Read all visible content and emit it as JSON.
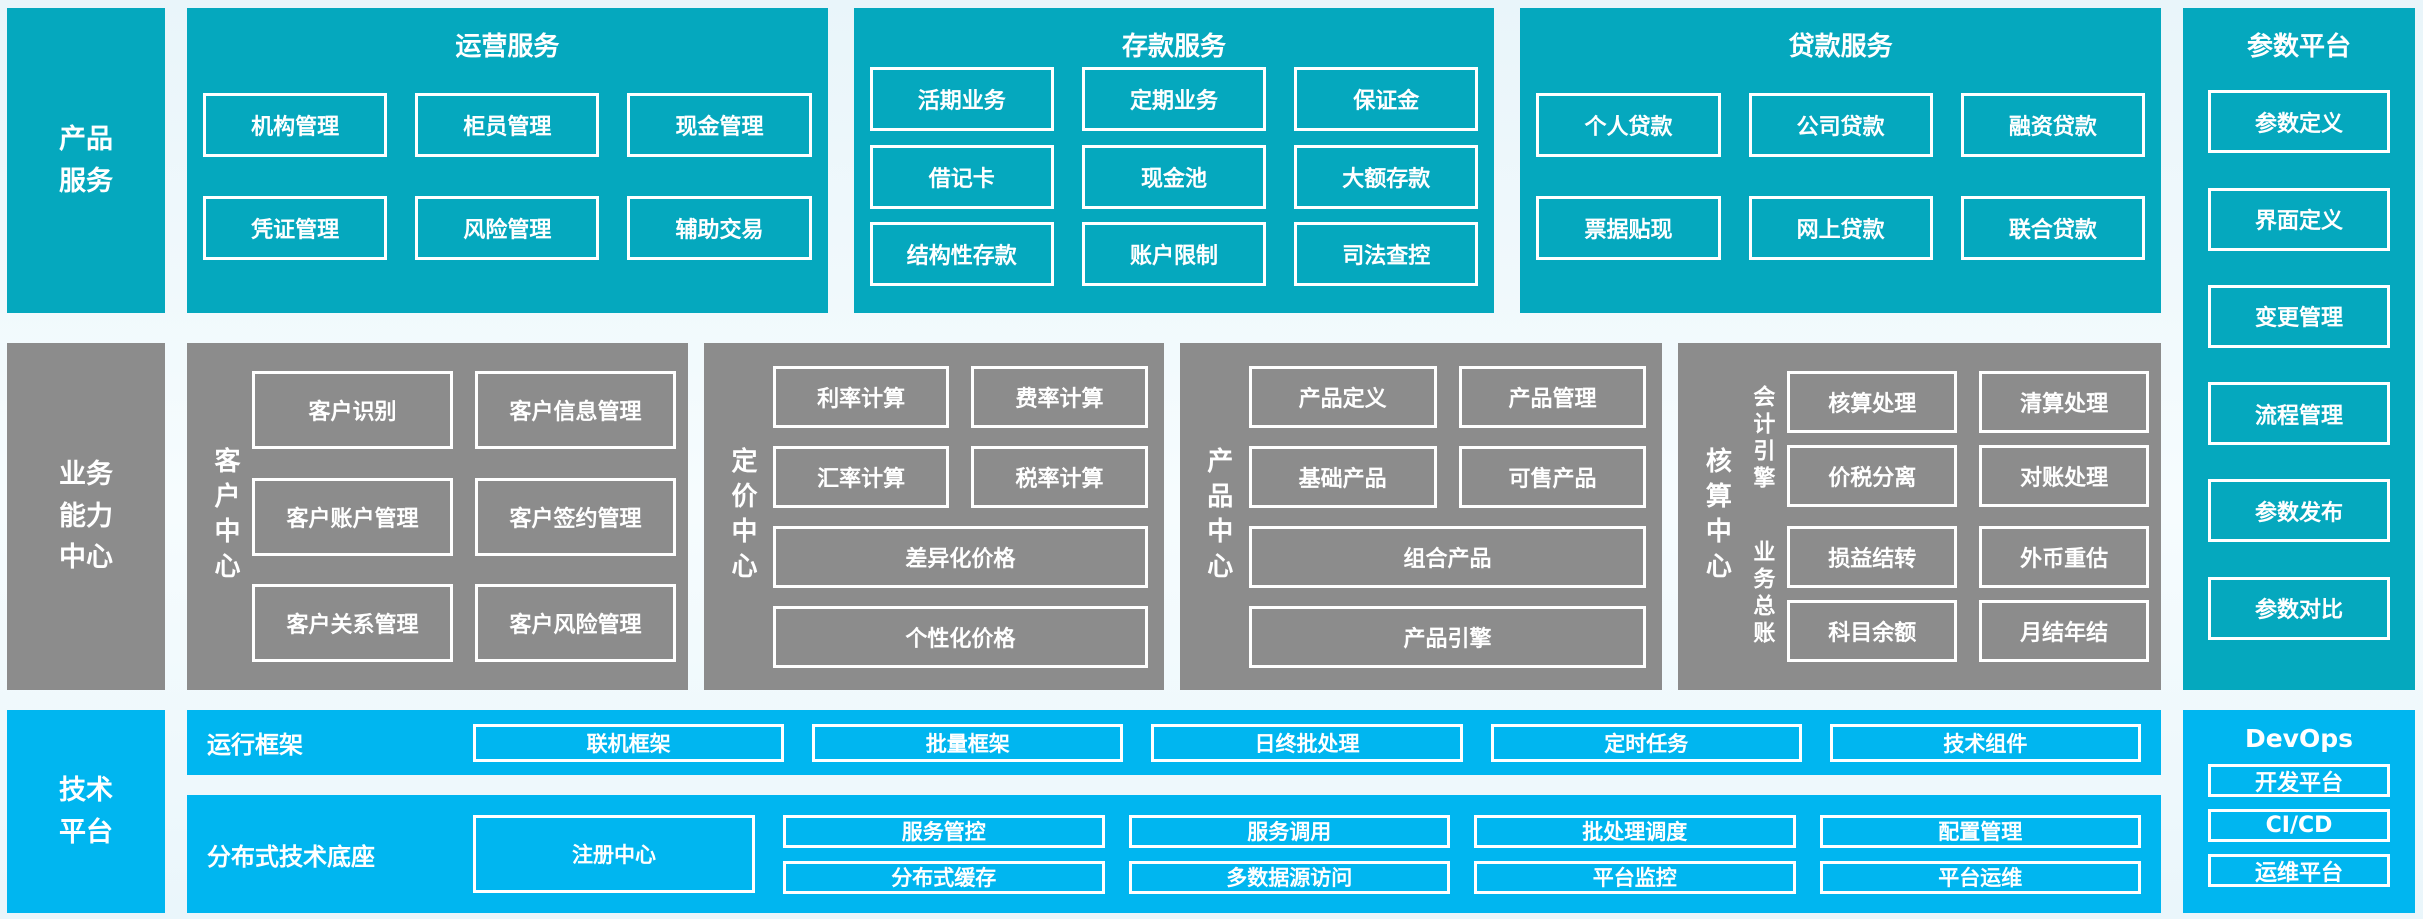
{
  "colors": {
    "teal": "#05A8BE",
    "gray": "#8C8C8C",
    "blue": "#00B6F0",
    "background": "#EFF8FB",
    "box_border": "#FFFFFF"
  },
  "left_rail": {
    "product_services_label": "产品\n服务",
    "business_capability_label": "业务\n能力\n中心",
    "technology_label": "技术\n平台"
  },
  "top_row": {
    "sections": [
      {
        "title": "运营服务",
        "items": [
          "机构管理",
          "柜员管理",
          "现金管理",
          "凭证管理",
          "风险管理",
          "辅助交易"
        ]
      },
      {
        "title": "存款服务",
        "items": [
          "活期业务",
          "定期业务",
          "保证金",
          "借记卡",
          "现金池",
          "大额存款",
          "结构性存款",
          "账户限制",
          "司法查控"
        ]
      },
      {
        "title": "贷款服务",
        "items": [
          "个人贷款",
          "公司贷款",
          "融资贷款",
          "票据贴现",
          "网上贷款",
          "联合贷款"
        ]
      }
    ]
  },
  "middle_row": {
    "customer_center": {
      "label": "客户中心",
      "items": [
        "客户识别",
        "客户信息管理",
        "客户账户管理",
        "客户签约管理",
        "客户关系管理",
        "客户风险管理"
      ]
    },
    "pricing_center": {
      "label": "定价中心",
      "items": [
        "利率计算",
        "费率计算",
        "汇率计算",
        "税率计算"
      ],
      "wide_items": [
        "差异化价格",
        "个性化价格"
      ]
    },
    "product_center": {
      "label": "产品中心",
      "items": [
        "产品定义",
        "产品管理",
        "基础产品",
        "可售产品"
      ],
      "wide_items": [
        "组合产品",
        "产品引擎"
      ]
    },
    "accounting_center": {
      "label": "核算中心",
      "groups": [
        {
          "label": "会计引擎",
          "items": [
            "核算处理",
            "清算处理",
            "价税分离",
            "对账处理"
          ]
        },
        {
          "label": "业务总账",
          "items": [
            "损益结转",
            "外币重估",
            "科目余额",
            "月结年结"
          ]
        }
      ]
    }
  },
  "bottom": {
    "runtime_framework": {
      "label": "运行框架",
      "items": [
        "联机框架",
        "批量框架",
        "日终批处理",
        "定时任务",
        "技术组件"
      ]
    },
    "distributed_base": {
      "label": "分布式技术底座",
      "registry": "注册中心",
      "items": [
        "服务管控",
        "服务调用",
        "批处理调度",
        "配置管理",
        "分布式缓存",
        "多数据源访问",
        "平台监控",
        "平台运维"
      ]
    }
  },
  "right_rail": {
    "parameter_platform": {
      "title": "参数平台",
      "items": [
        "参数定义",
        "界面定义",
        "变更管理",
        "流程管理",
        "参数发布",
        "参数对比"
      ]
    },
    "devops": {
      "title": "DevOps",
      "items": [
        "开发平台",
        "CI/CD",
        "运维平台"
      ]
    }
  }
}
